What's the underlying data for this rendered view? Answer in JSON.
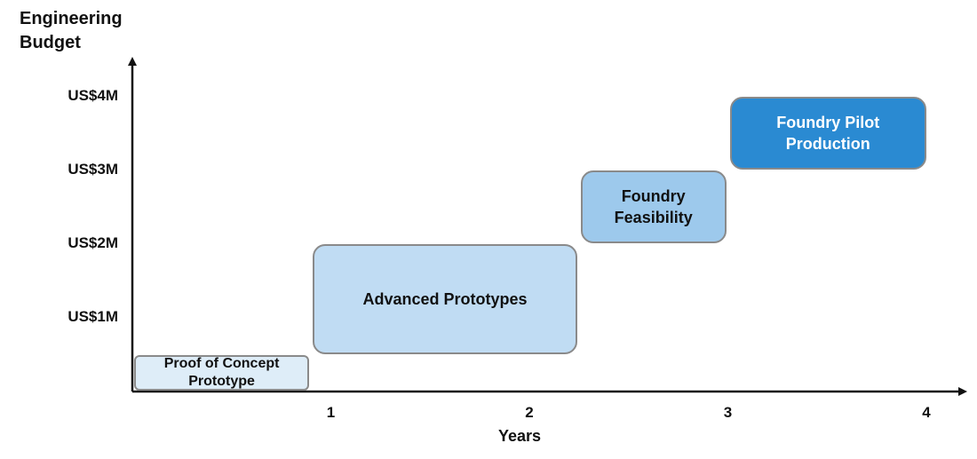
{
  "chart_data": {
    "type": "table",
    "ylabel": "Engineering Budget",
    "xlabel": "Years",
    "y_ticks": [
      "US$1M",
      "US$2M",
      "US$3M",
      "US$4M"
    ],
    "x_ticks": [
      "1",
      "2",
      "3",
      "4"
    ],
    "xlim": [
      0,
      4
    ],
    "ylim": [
      0,
      4.0
    ],
    "grid": false,
    "phases": [
      {
        "label": "Proof of Concept Prototype",
        "x_start": 0.0,
        "x_end": 0.9,
        "y_low": 0.0,
        "y_high": 0.5,
        "color": "#deedf8"
      },
      {
        "label": "Advanced Prototypes",
        "x_start": 0.9,
        "x_end": 2.25,
        "y_low": 0.5,
        "y_high": 2.0,
        "color": "#c0dcf3"
      },
      {
        "label": "Foundry Feasibility",
        "x_start": 2.25,
        "x_end": 3.0,
        "y_low": 2.0,
        "y_high": 3.0,
        "color": "#9dc9ec"
      },
      {
        "label": "Foundry Pilot Production",
        "x_start": 3.0,
        "x_end": 4.0,
        "y_low": 3.0,
        "y_high": 4.0,
        "color": "#2a8ad2"
      }
    ]
  }
}
